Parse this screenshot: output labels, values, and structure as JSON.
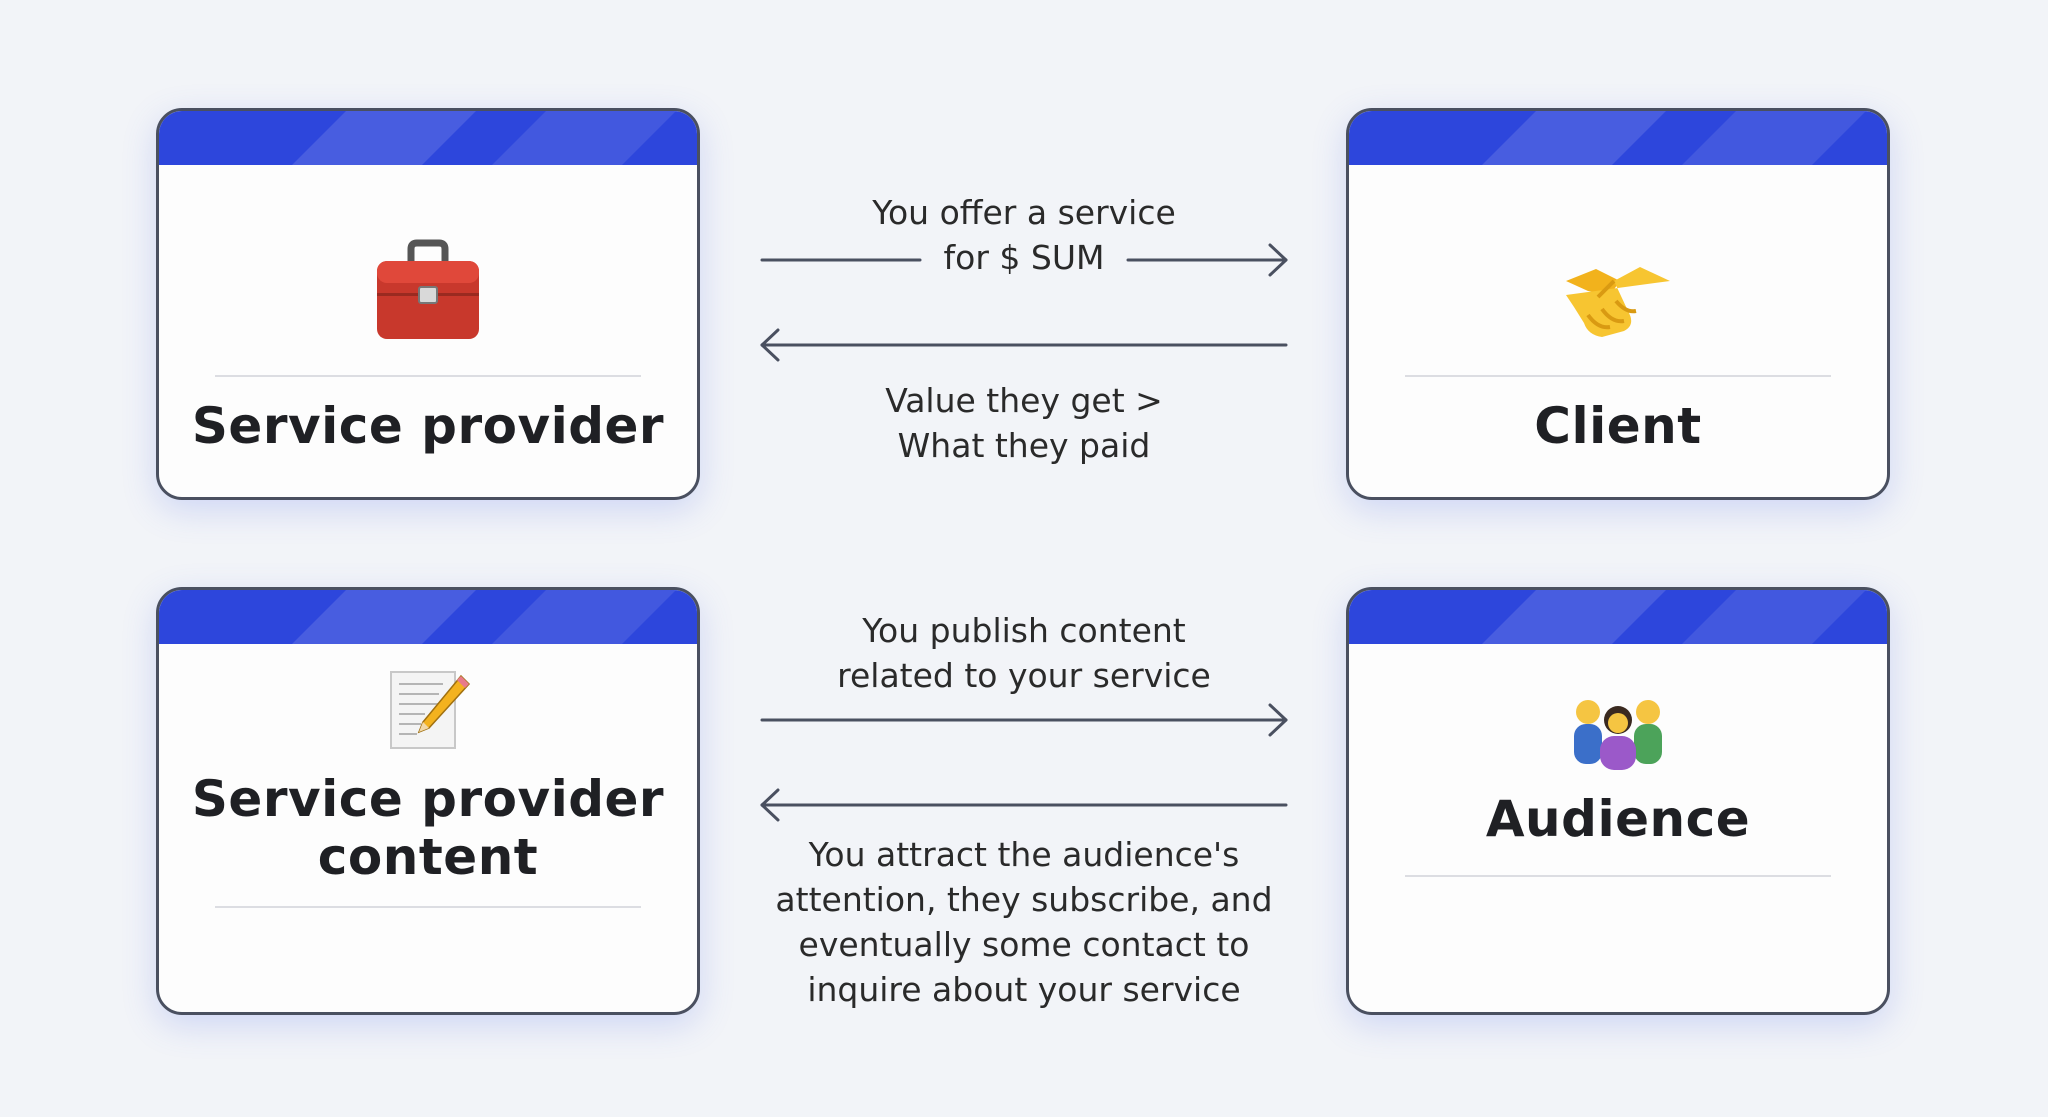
{
  "cards": {
    "service_provider": {
      "title": "Service provider",
      "icon": "briefcase-icon"
    },
    "client": {
      "title": "Client",
      "icon": "handshake-icon"
    },
    "content": {
      "title_line1": "Service provider",
      "title_line2": "content",
      "icon": "memo-pencil-icon"
    },
    "audience": {
      "title": "Audience",
      "icon": "people-group-icon"
    }
  },
  "arrows": {
    "offer_line1": "You offer a service",
    "offer_line2": "for $ SUM",
    "value_line1": "Value they get >",
    "value_line2": "What they paid",
    "publish_line1": "You publish content",
    "publish_line2": "related to your service",
    "attract_lines": [
      "You attract the audience's",
      "attention, they subscribe, and",
      "eventually some contact to",
      "inquire about your service"
    ]
  },
  "colors": {
    "accent": "#2d46dc",
    "arrow": "#4a5060",
    "background": "#f2f4f8"
  }
}
